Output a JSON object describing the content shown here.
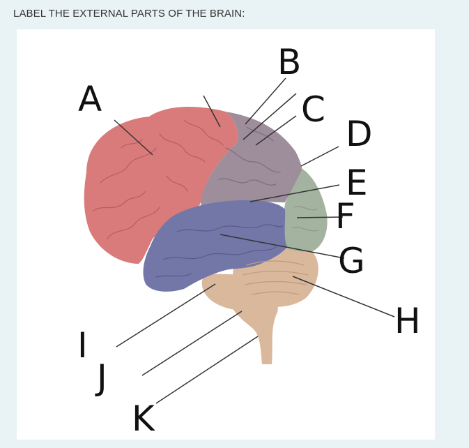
{
  "question": {
    "text": "LABEL THE EXTERNAL PARTS OF THE BRAIN:"
  },
  "diagram": {
    "labels": [
      "A",
      "B",
      "C",
      "D",
      "E",
      "F",
      "G",
      "H",
      "I",
      "J",
      "K"
    ],
    "region_colors": {
      "frontal": "#d97b7b",
      "parietal": "#9e8e9c",
      "occipital": "#a4b3a0",
      "temporal": "#7377a8",
      "brainstem_cerebellum": "#d9b89c"
    }
  }
}
